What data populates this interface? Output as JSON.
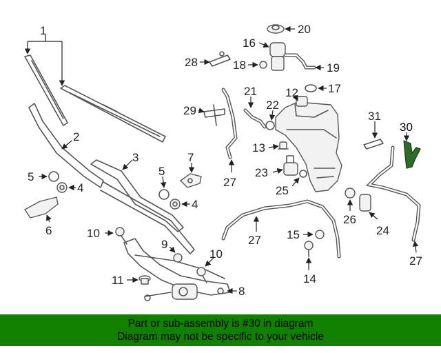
{
  "callouts": {
    "c1": "1",
    "c2": "2",
    "c3": "3",
    "c4a": "4",
    "c4b": "4",
    "c5a": "5",
    "c5b": "5",
    "c6": "6",
    "c7": "7",
    "c8": "8",
    "c9": "9",
    "c10a": "10",
    "c10b": "10",
    "c11": "11",
    "c12": "12",
    "c13": "13",
    "c14": "14",
    "c15": "15",
    "c16": "16",
    "c17": "17",
    "c18": "18",
    "c19": "19",
    "c20": "20",
    "c21": "21",
    "c22": "22",
    "c23": "23",
    "c24": "24",
    "c25": "25",
    "c26": "26",
    "c27a": "27",
    "c27b": "27",
    "c27c": "27",
    "c28": "28",
    "c29": "29",
    "c30": "30",
    "c31": "31"
  },
  "highlight_part": "30",
  "highlight_color": "#2e6b2a",
  "footer": {
    "line1": "Part or sub-assembly is #30 in diagram",
    "line2": "Diagram may not be specific to your vehicle",
    "background": "#118000"
  }
}
